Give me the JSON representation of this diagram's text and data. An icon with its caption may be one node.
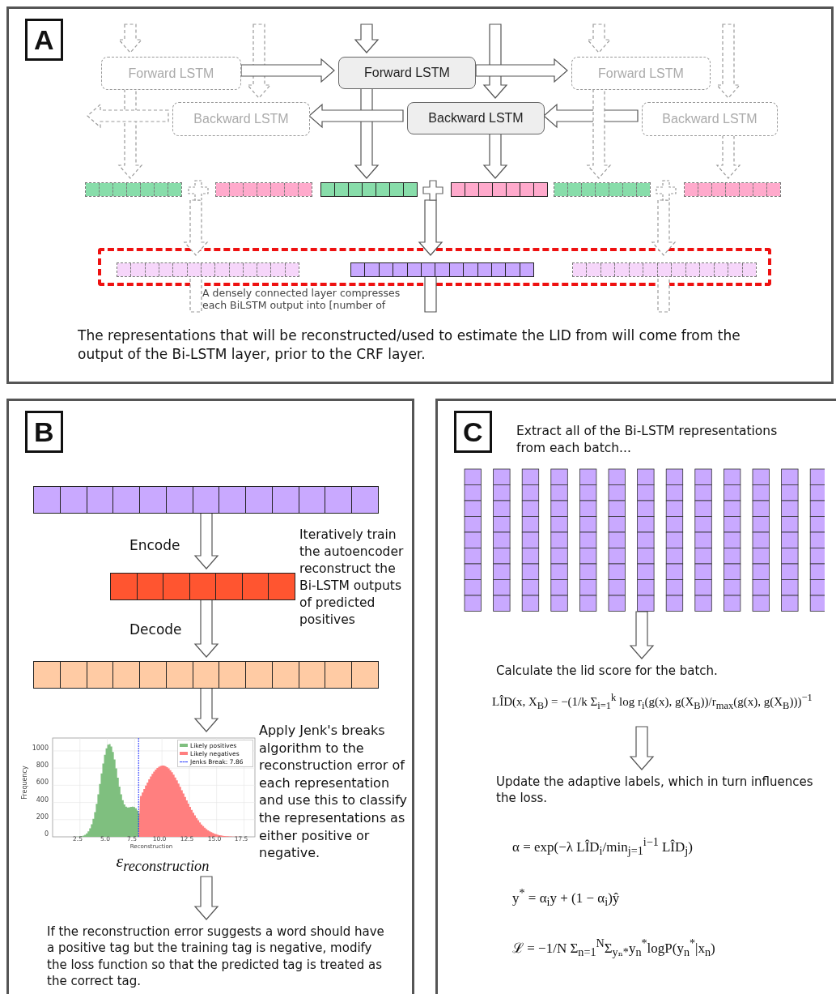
{
  "diagram": {
    "nodes": [
      {
        "text": [
          "A",
          "The representations that will be reconstructed/used to estimate the LID from will come from the output of the Bi-LSTM layer, prior to the CRF layer."
        ]
      },
      {
        "text": [
          "Forward LSTM"
        ],
        "in": 0
      },
      {
        "text": [
          "Forward LSTM"
        ],
        "in": 0
      },
      {
        "text": [
          "Forward LSTM"
        ],
        "in": 0
      },
      {
        "text": [
          "Backward LSTM"
        ],
        "in": 0
      },
      {
        "text": [
          "Backward LSTM"
        ],
        "in": 0
      },
      {
        "text": [
          "Backward LSTM"
        ],
        "in": 0
      },
      {
        "text": [],
        "shape": "bar",
        "in": 0
      },
      {
        "text": [],
        "shape": "bar",
        "in": 0
      },
      {
        "text": [],
        "shape": "bar",
        "in": 0
      },
      {
        "text": [],
        "shape": "bar",
        "in": 0
      },
      {
        "text": [],
        "shape": "bar",
        "in": 0
      },
      {
        "text": [],
        "shape": "bar",
        "in": 0
      },
      {
        "text": [],
        "shape": "plus",
        "in": 0
      },
      {
        "text": [],
        "shape": "plus",
        "in": 0
      },
      {
        "text": [],
        "shape": "plus",
        "in": 0
      },
      {
        "text": [],
        "shape": "box",
        "in": 0
      },
      {
        "text": [],
        "shape": "bar",
        "in": 16
      },
      {
        "text": [],
        "shape": "bar",
        "in": 16
      },
      {
        "text": [],
        "shape": "bar",
        "in": 16
      },
      {
        "text": [
          "B"
        ]
      },
      {
        "text": [],
        "shape": "bar",
        "in": 20
      },
      {
        "text": [],
        "shape": "bar",
        "in": 20
      },
      {
        "text": [],
        "shape": "bar",
        "in": 20
      },
      {
        "text": [
          "ε$_{reconstruction}$"
        ],
        "in": 20
      },
      {
        "text": [
          "If the reconstruction error suggests a word should have a positive tag but the training tag is negative, modify the loss function so that the predicted tag is treated as the correct tag."
        ],
        "in": 20
      },
      {
        "text": [
          "C"
        ]
      },
      {
        "text": [],
        "shape": "grid",
        "in": 26
      },
      {
        "text": [
          "Calculate the lid score for the batch.",
          "LÎD(x, X$_{B}$) = −(1/k Σ$_{i=1}$$^{k}$ log r$_{i}$(g(x), g(X$_{B}$))/r$_{max}$(g(x), g(X$_{B}$)))$^{−1}$"
        ],
        "in": 26
      },
      {
        "text": [
          "Update the adaptive labels, which in turn influences the loss.",
          "α = exp(−λ LÎD$_{i}$/min$_{j=1}$$^{i−1}$ LÎD$_{j}$)",
          "y$^{*}$ = α$_{i}$y + (1 − α$_{i}$)ŷ",
          "ℒ = −1/N Σ$_{n=1}$$^{N}$Σ$_{yₙ*}$y$_{n}$$^{*}$logP(y$_{n}$$^{*}$|x$_{n}$)"
        ],
        "in": 26
      }
    ],
    "edges": [
      {
        "from": null,
        "to": 1,
        "arrow": "to",
        "style": "dashed"
      },
      {
        "from": null,
        "to": 4,
        "arrow": "to",
        "style": "dashed"
      },
      {
        "from": 1,
        "to": 2,
        "arrow": "to"
      },
      {
        "from": 1,
        "to": 7,
        "arrow": "to",
        "style": "dashed"
      },
      {
        "from": 4,
        "to": null,
        "arrow": "to",
        "style": "dashed"
      },
      {
        "from": null,
        "to": 2,
        "arrow": "to"
      },
      {
        "from": null,
        "to": 5,
        "arrow": "to"
      },
      {
        "from": 2,
        "to": 9,
        "arrow": "to"
      },
      {
        "from": 5,
        "to": 4,
        "arrow": "to"
      },
      {
        "from": 5,
        "to": 10,
        "arrow": "to"
      },
      {
        "from": 2,
        "to": 3,
        "arrow": "to"
      },
      {
        "from": 6,
        "to": 5,
        "arrow": "to"
      },
      {
        "from": null,
        "to": 3,
        "arrow": "to",
        "style": "dashed"
      },
      {
        "from": null,
        "to": 6,
        "arrow": "to",
        "style": "dashed"
      },
      {
        "from": 3,
        "to": 11,
        "arrow": "to",
        "style": "dashed"
      },
      {
        "from": 6,
        "to": 12,
        "arrow": "to",
        "style": "dashed"
      },
      {
        "from": 13,
        "to": 17,
        "arrow": "to",
        "style": "dashed"
      },
      {
        "from": 14,
        "to": 18,
        "arrow": "to"
      },
      {
        "from": 15,
        "to": 19,
        "arrow": "to",
        "style": "dashed"
      },
      {
        "from": 17,
        "to": null,
        "arrow": "none",
        "style": "dashed"
      },
      {
        "from": 18,
        "to": null,
        "arrow": "none"
      },
      {
        "from": 19,
        "to": null,
        "arrow": "none",
        "style": "dashed"
      },
      {
        "from": 21,
        "to": 22,
        "arrow": "to",
        "label": "Encode"
      },
      {
        "from": 22,
        "to": 23,
        "arrow": "to",
        "label": "Decode"
      },
      {
        "from": 23,
        "to": 24,
        "arrow": "to"
      },
      {
        "from": 24,
        "to": 25,
        "arrow": "to"
      },
      {
        "from": 27,
        "to": 28,
        "arrow": "to"
      },
      {
        "from": 28,
        "to": 29,
        "arrow": "to"
      }
    ],
    "labels": [
      "A densely connected layer compresses each BiLSTM output into [number of",
      "Iteratively train the autoencoder reconstruct the Bi-LSTM outputs of predicted positives",
      "1000",
      "800",
      "600",
      "400",
      "200",
      "0",
      "Frequency",
      "2.5",
      "5.0",
      "7.5",
      "10.0",
      "12.5",
      "15.0",
      "17.5",
      "Reconstruction",
      "Apply Jenk's breaks algorithm to the reconstruction error of each representation and use this to classify the representations as either positive or negative.",
      "Extract all of the Bi-LSTM representations from each batch..."
    ],
    "legend": [
      {
        "text": "Likely positives",
        "color": "#7fbf7f"
      },
      {
        "text": "Likely negatives",
        "color": "#ff7f7f"
      },
      {
        "text": "Jenks Break: 7.86"
      }
    ]
  }
}
